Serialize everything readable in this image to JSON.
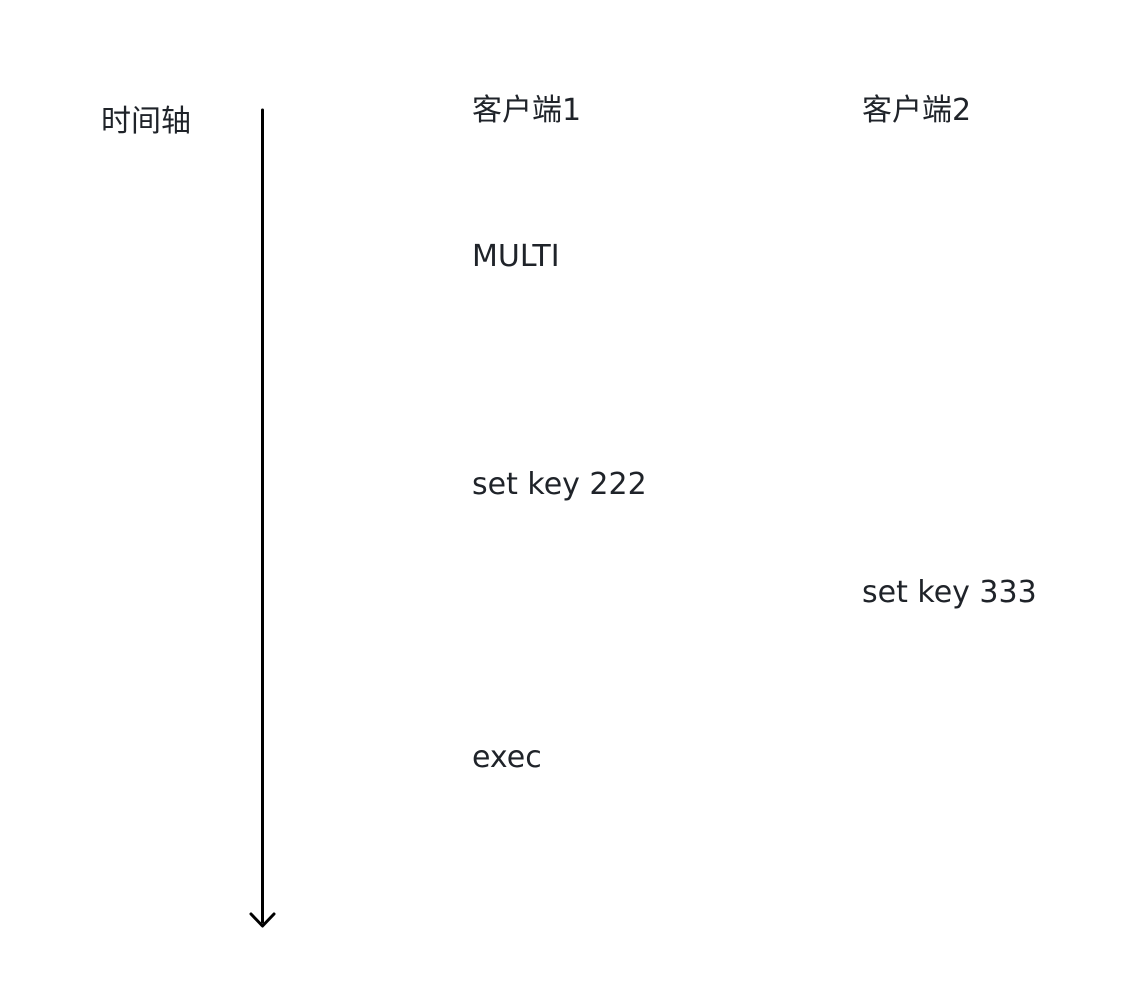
{
  "timeline": {
    "label": "时间轴"
  },
  "columns": [
    {
      "header": "客户端1"
    },
    {
      "header": "客户端2"
    }
  ],
  "events": [
    {
      "client": "客户端1",
      "command": "MULTI"
    },
    {
      "client": "客户端1",
      "command": "set key 222"
    },
    {
      "client": "客户端2",
      "command": "set key 333"
    },
    {
      "client": "客户端1",
      "command": "exec"
    }
  ],
  "colors": {
    "text": "#1f2329",
    "axis": "#000000",
    "background": "#ffffff"
  }
}
